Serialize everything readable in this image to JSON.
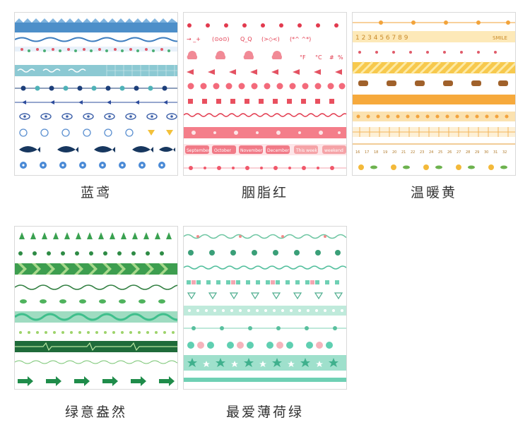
{
  "products": [
    {
      "name": "蓝鸢",
      "theme_color": "#4b8fc6"
    },
    {
      "name": "胭脂红",
      "theme_color": "#f2737f"
    },
    {
      "name": "温暖黄",
      "theme_color": "#f5b233"
    },
    {
      "name": "绿意盎然",
      "theme_color": "#2e9e4a"
    },
    {
      "name": "最爱薄荷绿",
      "theme_color": "#5fcfb1"
    }
  ],
  "tape_text": {
    "pink_labels": [
      "September",
      "October",
      "November",
      "December",
      "This week",
      "weekend"
    ],
    "yellow_numbers": "1 2 3 4 5 6 7 8 9",
    "yellow_smile": "SMILE",
    "pink_symbols": [
      "→ _+",
      "(⊙o⊙)",
      "Q_Q",
      "(>◇<)",
      "(*^ ^*)",
      "°F",
      "°C",
      "#",
      "%"
    ],
    "ruler_ticks": [
      "16",
      "17",
      "18",
      "19",
      "20",
      "21",
      "22",
      "23",
      "24",
      "25",
      "26",
      "27",
      "28",
      "29",
      "30",
      "31",
      "32"
    ]
  }
}
